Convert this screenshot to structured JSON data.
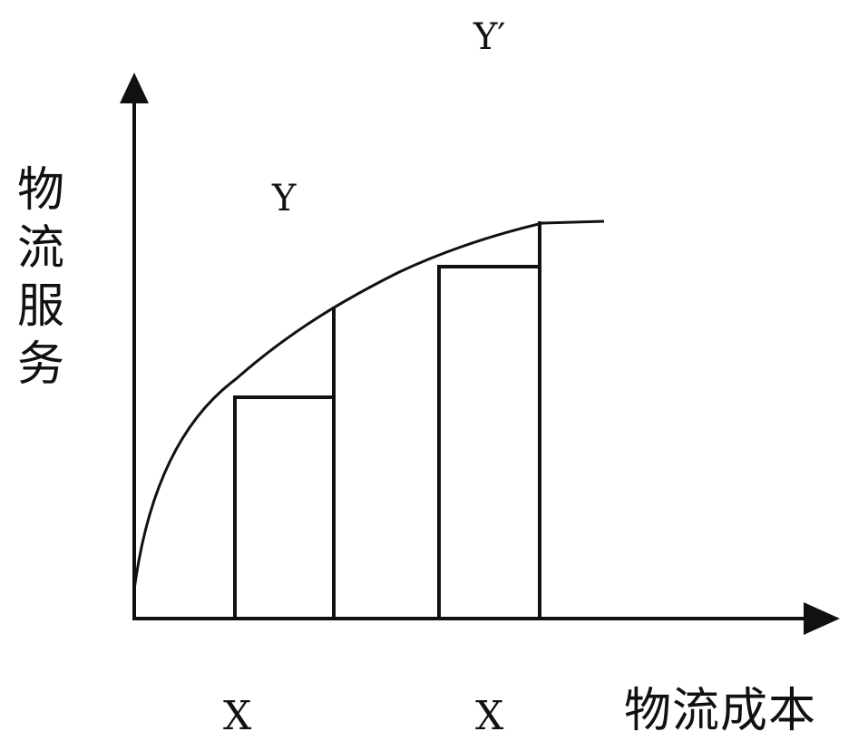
{
  "labels": {
    "y_axis": [
      "物",
      "流",
      "服",
      "务"
    ],
    "x_axis": "物流成本",
    "curve_point_1": "Y",
    "curve_point_2": "Y′",
    "x_point_1": "X",
    "x_point_2": "X"
  },
  "colors": {
    "ink": "#111111",
    "background": "#ffffff"
  }
}
